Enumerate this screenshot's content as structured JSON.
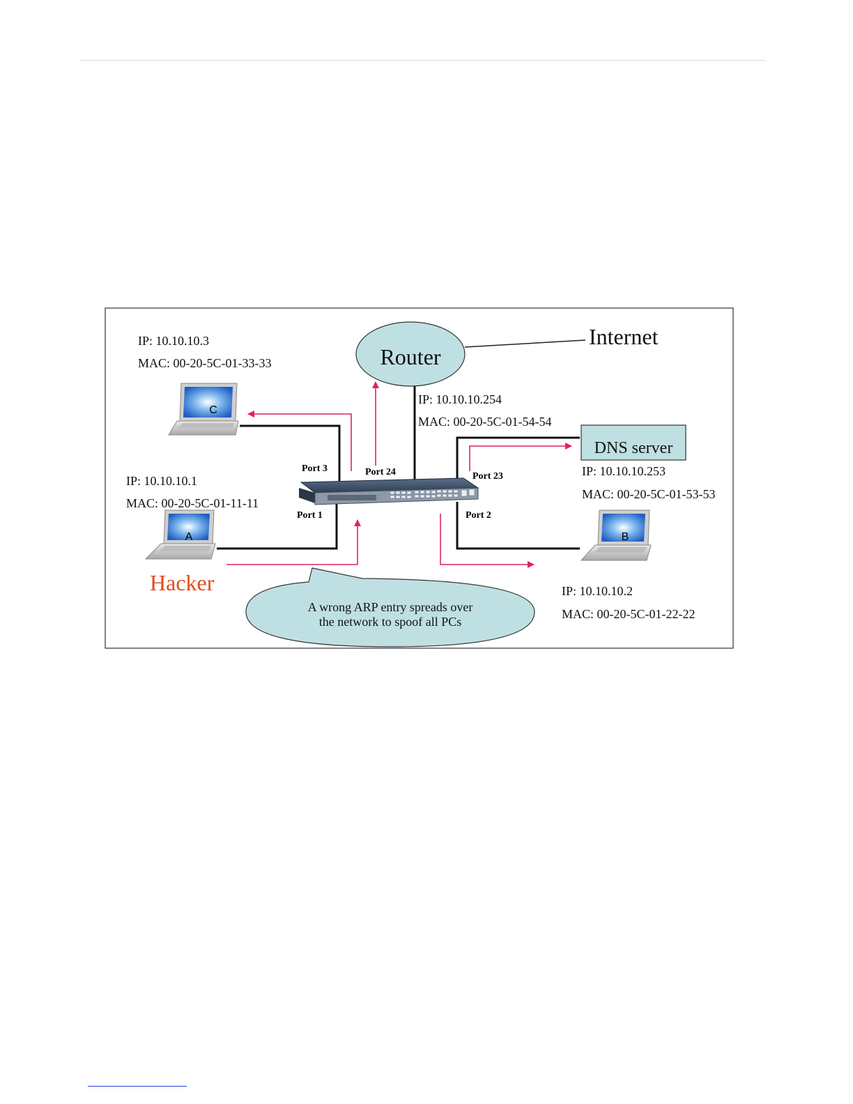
{
  "router": {
    "label": "Router"
  },
  "internet": {
    "label": "Internet"
  },
  "router_info": {
    "ip": "IP: 10.10.10.254",
    "mac": "MAC: 00-20-5C-01-54-54"
  },
  "pc_c": {
    "letter": "C",
    "ip": "IP: 10.10.10.3",
    "mac": "MAC: 00-20-5C-01-33-33"
  },
  "pc_a": {
    "letter": "A",
    "ip": "IP: 10.10.10.1",
    "mac": "MAC: 00-20-5C-01-11-11",
    "role": "Hacker"
  },
  "pc_b": {
    "letter": "B",
    "ip": "IP: 10.10.10.2",
    "mac": "MAC: 00-20-5C-01-22-22"
  },
  "dns": {
    "label": "DNS server",
    "ip": "IP: 10.10.10.253",
    "mac": "MAC: 00-20-5C-01-53-53"
  },
  "ports": {
    "p3": "Port 3",
    "p24": "Port 24",
    "p23": "Port 23",
    "p1": "Port 1",
    "p2": "Port 2"
  },
  "callout": {
    "line1": "A wrong ARP entry spreads over",
    "line2": "the network to spoof all PCs"
  },
  "colors": {
    "arrow": "#e0245e",
    "hacker": "#e04a1a",
    "bubble": "#bfe0e3",
    "dns_box": "#bfe0e3"
  }
}
